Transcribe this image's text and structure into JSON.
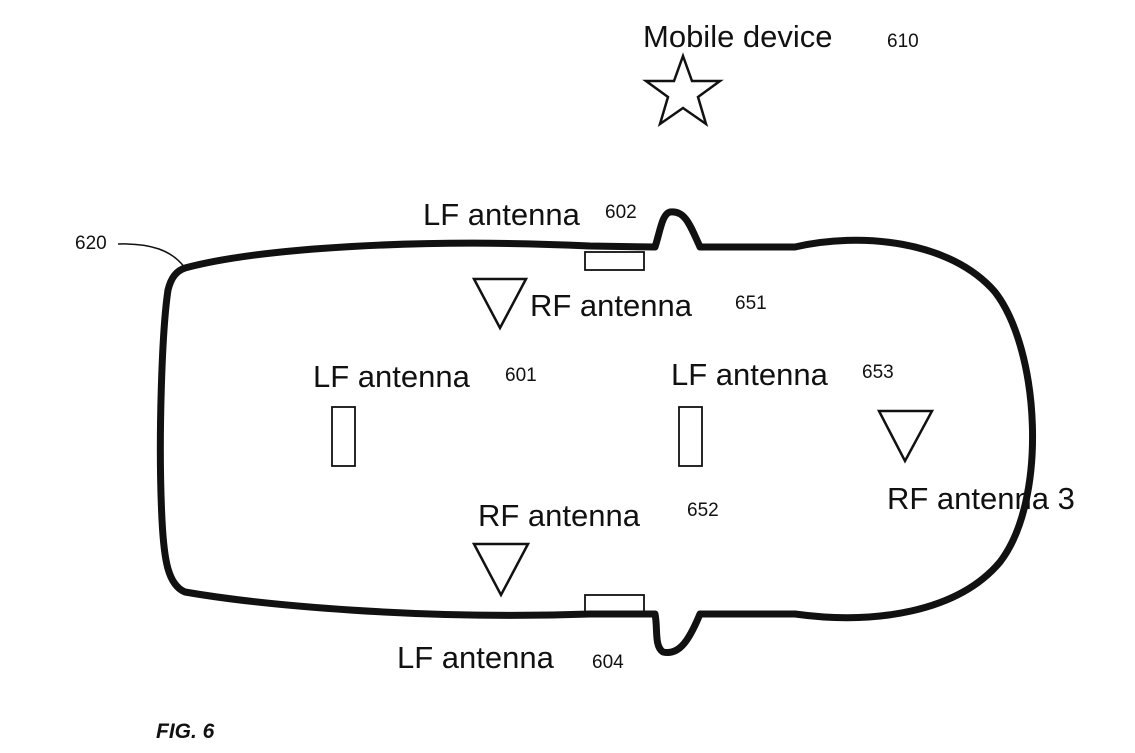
{
  "mobile_device": {
    "label": "Mobile device",
    "ref": "610"
  },
  "vehicle": {
    "ref": "620"
  },
  "lf_antenna_602": {
    "label": "LF antenna",
    "ref": "602"
  },
  "rf_antenna_651": {
    "label": "RF antenna",
    "ref": "651"
  },
  "lf_antenna_601": {
    "label": "LF antenna",
    "ref": "601"
  },
  "lf_antenna_653": {
    "label": "LF antenna",
    "ref": "653"
  },
  "rf_antenna_652": {
    "label": "RF antenna",
    "ref": "652"
  },
  "rf_antenna_3": {
    "label": "RF antenna 3"
  },
  "lf_antenna_604": {
    "label": "LF antenna",
    "ref": "604"
  },
  "figure": {
    "caption": "FIG. 6"
  }
}
